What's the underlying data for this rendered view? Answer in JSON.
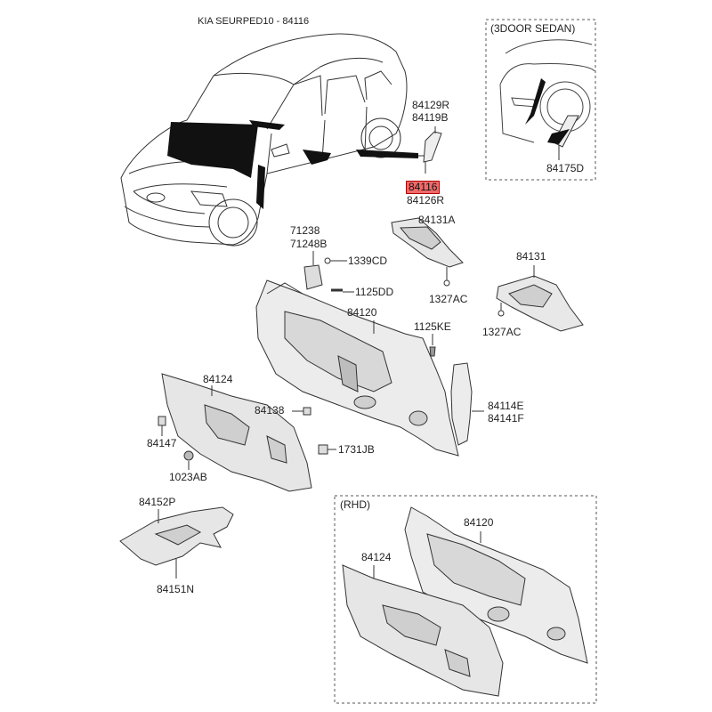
{
  "title": "KIA SEURPED10 - 84116",
  "boxes": {
    "sedan_box_title": "(3DOOR SEDAN)",
    "rhd_box_title": "(RHD)"
  },
  "highlight_color": "#f06a6a",
  "labels": {
    "p84129R": "84129R",
    "p84119B": "84119B",
    "p84116": "84116",
    "p84126R": "84126R",
    "p84175D": "84175D",
    "p71238": "71238",
    "p71248B": "71248B",
    "p1339CD": "1339CD",
    "p1125DD": "1125DD",
    "p84131A": "84131A",
    "p1327AC_a": "1327AC",
    "p84131": "84131",
    "p1327AC_b": "1327AC",
    "p84120": "84120",
    "p1125KE": "1125KE",
    "p84124": "84124",
    "p84138": "84138",
    "p84114E": "84114E",
    "p84141F": "84141F",
    "p84147": "84147",
    "p1731JB": "1731JB",
    "p1023AB": "1023AB",
    "p84152P": "84152P",
    "p84151N": "84151N",
    "p84120_rhd": "84120",
    "p84124_rhd": "84124"
  }
}
